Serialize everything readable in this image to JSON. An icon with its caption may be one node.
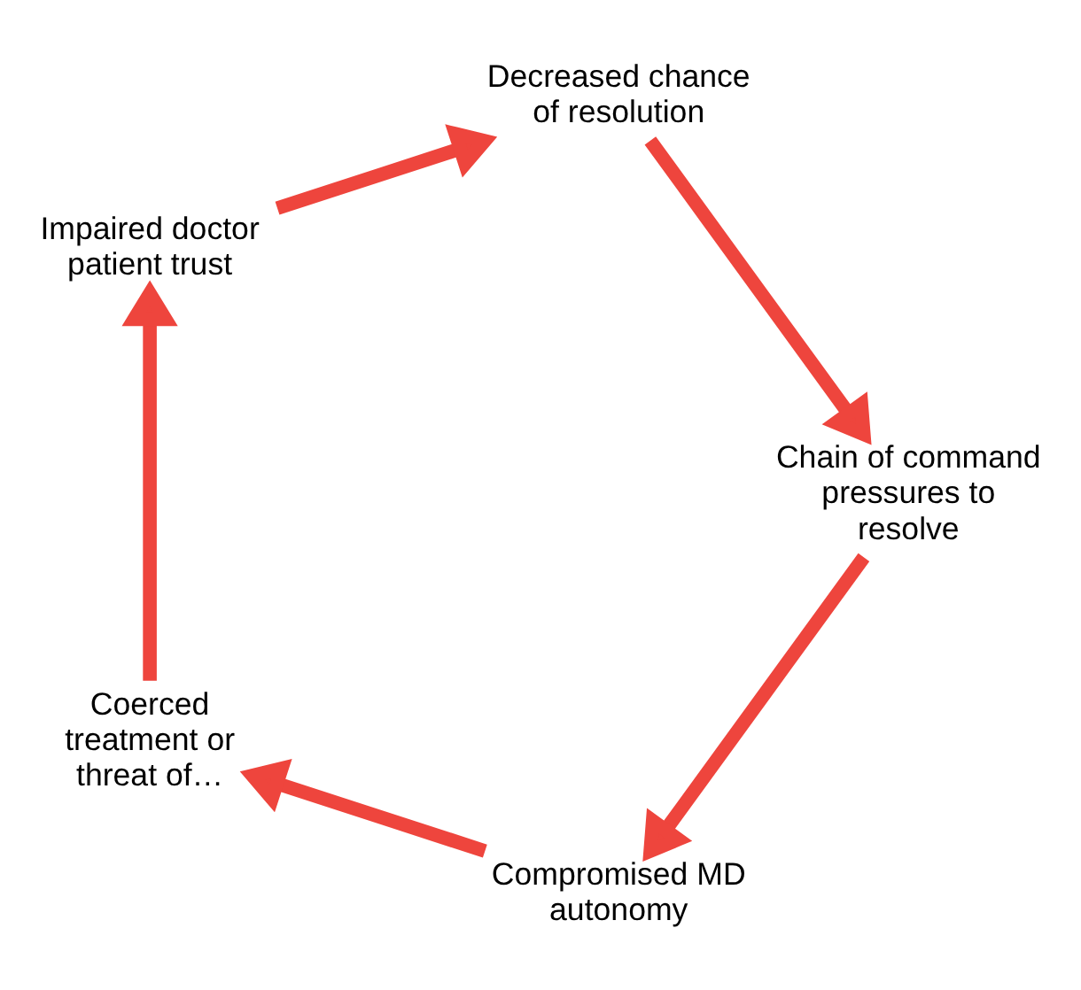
{
  "diagram": {
    "nodes": [
      {
        "text": [
          "Compromised MD autonomy"
        ]
      },
      {
        "text": [
          "Coerced treatment or threat of…"
        ]
      },
      {
        "text": [
          "Chain of command pressures to resolve"
        ]
      },
      {
        "text": [
          "Impaired doctor patient trust"
        ]
      },
      {
        "text": [
          "Decreased chance of resolution"
        ]
      }
    ],
    "edges": [
      {
        "from": 0,
        "to": 1,
        "arrow": "to"
      },
      {
        "from": 1,
        "to": 3,
        "arrow": "to"
      },
      {
        "from": 3,
        "to": 4,
        "arrow": "to"
      },
      {
        "from": 4,
        "to": 2,
        "arrow": "to"
      },
      {
        "from": 2,
        "to": 0,
        "arrow": "to"
      }
    ]
  }
}
